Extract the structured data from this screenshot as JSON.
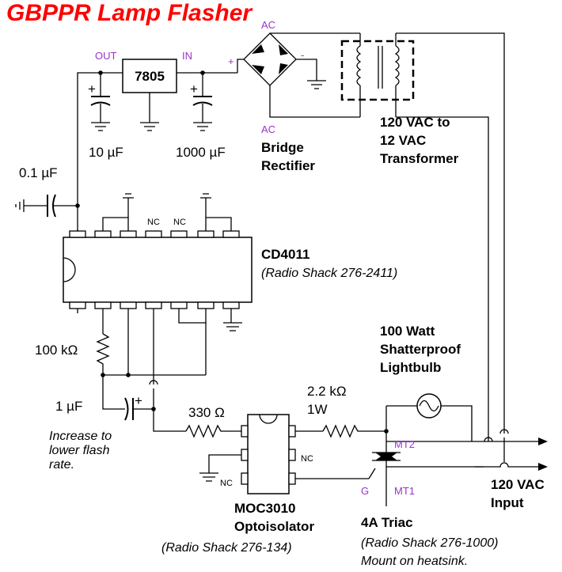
{
  "title": "GBPPR Lamp Flasher",
  "regulator": {
    "part": "7805",
    "out_label": "OUT",
    "in_label": "IN"
  },
  "caps": {
    "c_out": "10 µF",
    "c_in": "1000 µF",
    "c_bypass": "0.1 µF",
    "c_timing": "1 µF"
  },
  "rectifier": {
    "ac_top": "AC",
    "ac_bottom": "AC",
    "plus": "+",
    "minus": "-",
    "label_line1": "Bridge",
    "label_line2": "Rectifier"
  },
  "transformer": {
    "label_line1": "120 VAC to",
    "label_line2": "12 VAC",
    "label_line3": "Transformer"
  },
  "ic": {
    "part": "CD4011",
    "ref": "(Radio Shack 276-2411)",
    "nc1": "NC",
    "nc2": "NC"
  },
  "resistors": {
    "r_timing": "100 kΩ",
    "r_led": "330 Ω",
    "r_gate_value": "2.2 kΩ",
    "r_gate_power": "1W"
  },
  "note": {
    "line1": "Increase to",
    "line2": "lower flash",
    "line3": "rate."
  },
  "opto": {
    "part": "MOC3010",
    "name": "Optoisolator",
    "ref": "(Radio Shack 276-134)",
    "nc1": "NC",
    "nc2": "NC"
  },
  "lamp": {
    "line1": "100 Watt",
    "line2": "Shatterproof",
    "line3": "Lightbulb"
  },
  "triac": {
    "mt2": "MT2",
    "mt1": "MT1",
    "gate": "G",
    "part": "4A Triac",
    "ref": "(Radio Shack 276-1000)",
    "note": "Mount on heatsink."
  },
  "input": {
    "line1": "120 VAC",
    "line2": "Input"
  }
}
